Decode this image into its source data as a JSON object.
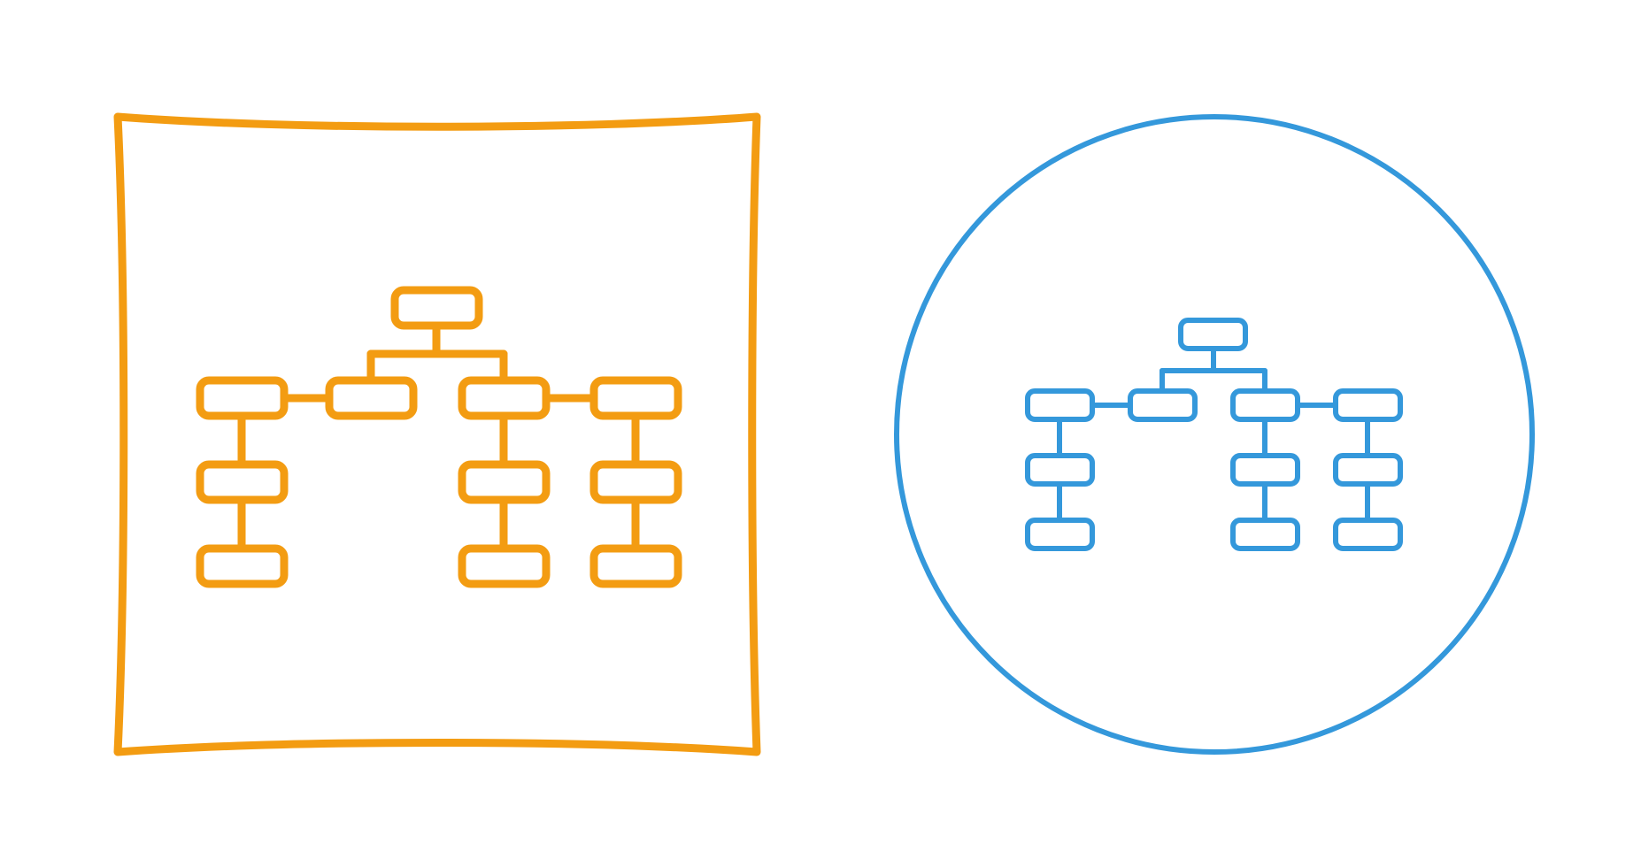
{
  "icons": [
    {
      "name": "sitemap-icon-square-variant",
      "frame": "hand-drawn-square",
      "color": "#F39C12"
    },
    {
      "name": "sitemap-icon-circle-variant",
      "frame": "circle",
      "color": "#3498DB"
    }
  ],
  "background": "#FFFFFF"
}
